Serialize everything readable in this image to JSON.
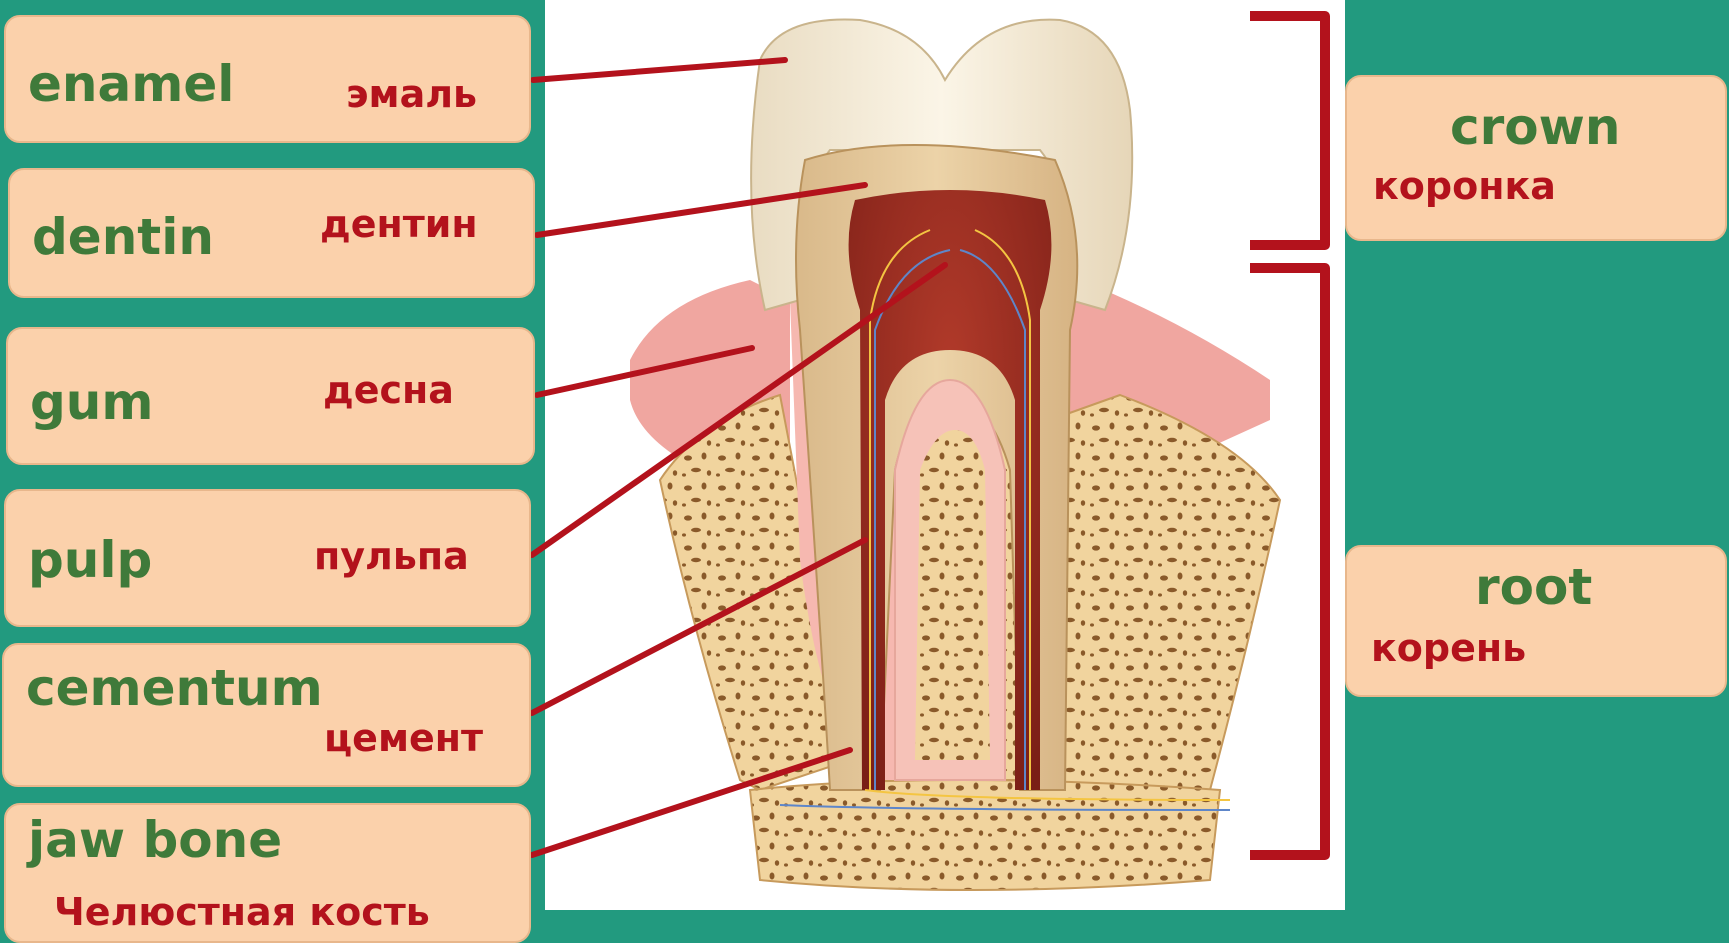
{
  "parts": [
    {
      "id": "enamel",
      "en": "enamel",
      "ru": "эмаль"
    },
    {
      "id": "dentin",
      "en": "dentin",
      "ru": "дентин"
    },
    {
      "id": "gum",
      "en": "gum",
      "ru": "десна"
    },
    {
      "id": "pulp",
      "en": "pulp",
      "ru": "пульпа"
    },
    {
      "id": "cementum",
      "en": "cementum",
      "ru": "цемент"
    },
    {
      "id": "jawbone",
      "en": "jaw bone",
      "ru": "Челюстная кость"
    }
  ],
  "sections": [
    {
      "id": "crown",
      "en": "crown",
      "ru": "коронка"
    },
    {
      "id": "root",
      "en": "root",
      "ru": "корень"
    }
  ],
  "colors": {
    "background": "#229a7f",
    "label_fill": "#fbd1ab",
    "english_text": "#3f7a3a",
    "russian_text": "#b3121c",
    "leader_line": "#b3121c"
  }
}
